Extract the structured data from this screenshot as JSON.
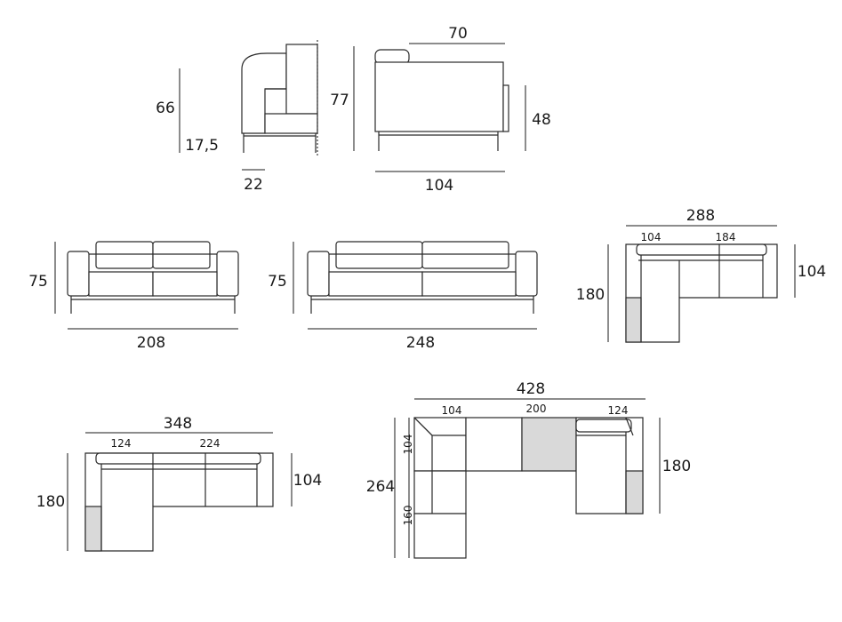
{
  "dimensions": {
    "side_height": "66",
    "seat_height": "17,5",
    "arm_width": "22",
    "back_height": "77",
    "depth_top": "70",
    "arm_height": "48",
    "depth_bottom": "104",
    "sofa1_height": "75",
    "sofa1_width": "208",
    "sofa2_height": "75",
    "sofa2_width": "248",
    "corner1_total": "288",
    "corner1_seg_left": "104",
    "corner1_seg_right": "184",
    "corner1_depth": "104",
    "corner1_length": "180",
    "corner2_total": "348",
    "corner2_seg_left": "124",
    "corner2_seg_right": "224",
    "corner2_depth": "104",
    "corner2_length": "180",
    "u_total": "428",
    "u_seg_left": "104",
    "u_seg_mid": "200",
    "u_seg_right": "124",
    "u_left_total": "264",
    "u_left_top": "104",
    "u_left_bottom": "160",
    "u_right_length": "180"
  },
  "colors": {
    "line": "#2a2a2a",
    "fill_highlight": "#d9d9d9"
  }
}
